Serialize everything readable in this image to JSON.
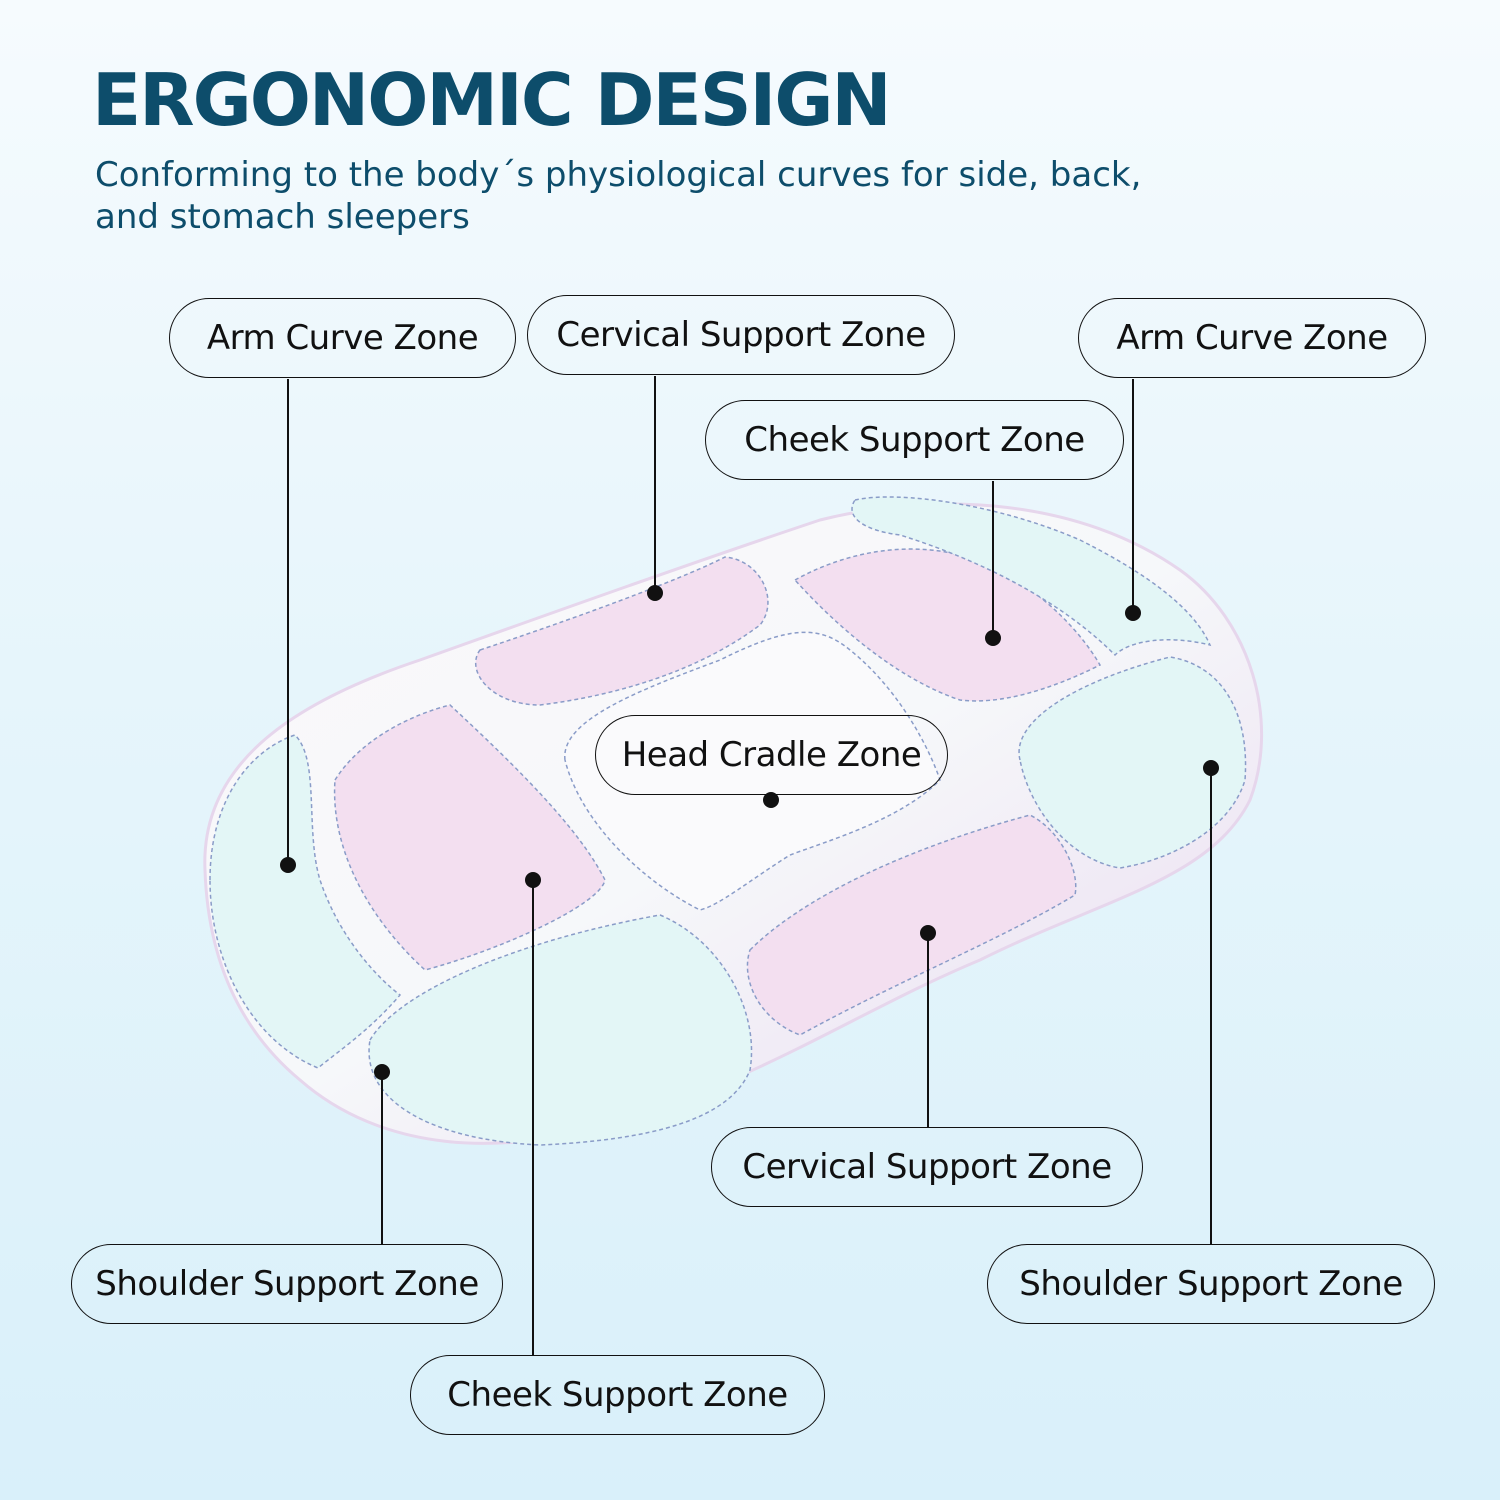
{
  "header": {
    "title": "ERGONOMIC DESIGN",
    "subtitle": "Conforming to the body´s physiological curves for side, back, and stomach sleepers"
  },
  "labels": {
    "arm_curve_left": "Arm Curve Zone",
    "cervical_top": "Cervical Support Zone",
    "arm_curve_right": "Arm Curve Zone",
    "cheek_top": "Cheek Support Zone",
    "head_cradle": "Head Cradle Zone",
    "cervical_bottom": "Cervical Support Zone",
    "shoulder_left": "Shoulder Support Zone",
    "shoulder_right": "Shoulder Support Zone",
    "cheek_bottom": "Cheek Support Zone"
  },
  "colors": {
    "title": "#0d4d6b",
    "pink_zone": "#f3dff0",
    "mint_zone": "#e3f6f6",
    "line": "#111111"
  }
}
